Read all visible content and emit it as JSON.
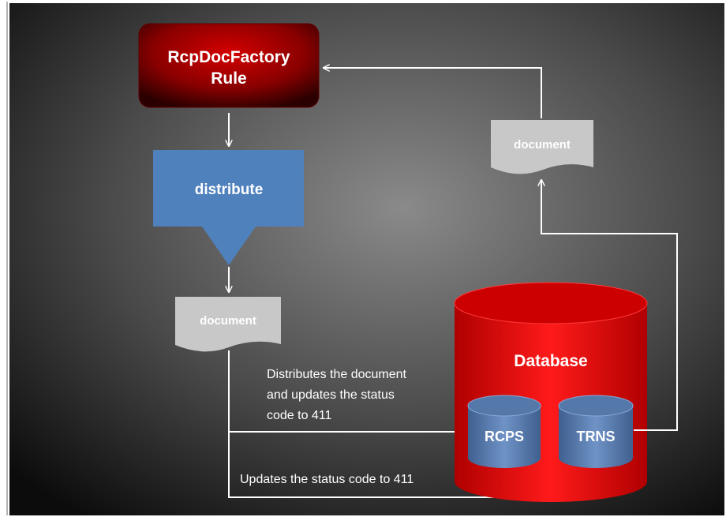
{
  "nodes": {
    "rule": {
      "line1": "RcpDocFactory",
      "line2": "Rule"
    },
    "distribute": {
      "label": "distribute"
    },
    "doc_left": {
      "label": "document"
    },
    "doc_right": {
      "label": "document"
    },
    "database": {
      "label": "Database"
    },
    "rcps": {
      "label": "RCPS"
    },
    "trns": {
      "label": "TRNS"
    }
  },
  "edges": {
    "to_rcps": {
      "line1": "Distributes the document",
      "line2": "and updates the status",
      "line3": "code to 411"
    },
    "to_trns": {
      "label": "Updates the status code to 411"
    }
  },
  "colors": {
    "rule_red": "#c00000",
    "distribute_blue": "#4f81bd",
    "database_red": "#e00000",
    "cylinder_blue": "#5b7fb0",
    "document_gray": "#c8c8c8",
    "arrow_white": "#ffffff"
  }
}
